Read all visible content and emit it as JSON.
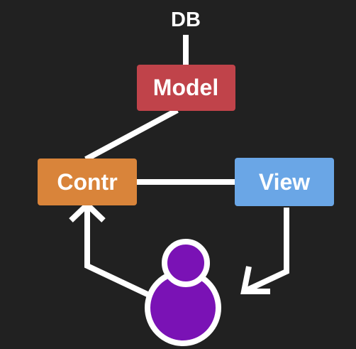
{
  "diagram": {
    "db_label": "DB",
    "model_label": "Model",
    "controller_label": "Contr",
    "view_label": "View",
    "user_icon": "user-icon"
  },
  "colors": {
    "background": "#212121",
    "model": "#c0434a",
    "controller": "#d9843a",
    "view": "#6aa6e6",
    "user": "#7a12b5",
    "connector": "#ffffff"
  }
}
